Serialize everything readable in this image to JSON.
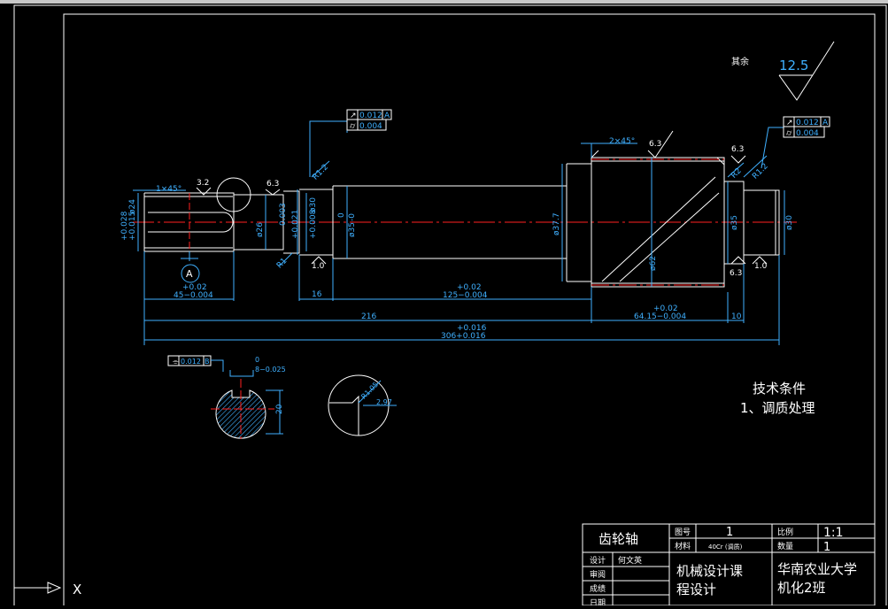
{
  "surface": {
    "value": "其余",
    "roughness": "12.5"
  },
  "gdt": {
    "left": {
      "row1_value": "0.012",
      "row1_datum": "A",
      "row2_value": "0.004"
    },
    "right": {
      "row1_value": "0.012",
      "row1_datum": "A",
      "row2_value": "0.004"
    },
    "key": {
      "value": "0.012",
      "datum": "B"
    }
  },
  "dims": {
    "chamfer_left": "1×45°",
    "chamfer_right": "2×45°",
    "rough_3_2": "3.2",
    "rough_6_3_a": "6.3",
    "rough_6_3_b": "6.3",
    "rough_6_3_c": "6.3",
    "rough_6_3_d": "6.3",
    "r1_2_a": "R1.2",
    "r1_2_b": "R1.2",
    "r1": "R1",
    "r2": "R2",
    "d24_tol": "+0.028",
    "d24_tol2": "+0.015",
    "d24": "ø24",
    "d26": "ø26",
    "d26_tol": "0.003",
    "d30_tol": "+0.021",
    "d30_tol2": "+0.008",
    "d30": "ø30",
    "d35_zero": "0",
    "d35": "ø35",
    "d35_tol": "-0",
    "d37": "ø37.7",
    "d62": "ø62",
    "d35b": "ø35",
    "d30b": "ø30",
    "len45_tol": "+0.02",
    "len45": "45−0.004",
    "len16": "16",
    "len125_tol": "+0.02",
    "len125": "125−0.004",
    "len216": "216",
    "len64_tol": "+0.02",
    "len64": "64.15−0.004",
    "len10": "10",
    "len306_tol": "+0.016",
    "len306": "306+0.016",
    "datum_a": "A",
    "val_1_0_a": "1.0",
    "val_1_0_b": "1.0",
    "key_zero": "0",
    "key_tol": "8−0.025",
    "key_depth": "20",
    "detail_r": "R1.05",
    "detail_v": "2.97"
  },
  "notes": {
    "title": "技术条件",
    "item1": "1、调质处理"
  },
  "titleblock": {
    "part_name": "齿轮轴",
    "lbl_drawing_no": "图号",
    "val_drawing_no": "1",
    "lbl_material": "材料",
    "val_material": "40Cr (调质)",
    "lbl_scale": "比例",
    "val_scale": "1:1",
    "lbl_qty": "数量",
    "val_qty": "1",
    "lbl_design": "设计",
    "val_design": "何文英",
    "lbl_review": "审阅",
    "lbl_grade": "成绩",
    "lbl_date": "日期",
    "course_line1": "机械设计课",
    "course_line2": "程设计",
    "school_line1": "华南农业大学",
    "school_line2": "机化2班"
  },
  "ucs": {
    "x_label": "X"
  }
}
